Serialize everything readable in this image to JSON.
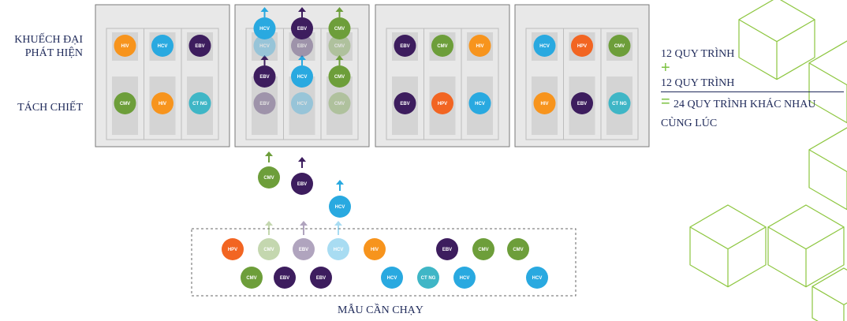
{
  "labels": {
    "amplify": [
      "KHUẾCH ĐẠI",
      "PHÁT HIỆN"
    ],
    "extract": "TÁCH CHIẾT",
    "samples": "MẪU CẦN CHẠY"
  },
  "summary": {
    "line1": "12 QUY TRÌNH",
    "plus": "+",
    "line2": "12 QUY TRÌNH",
    "equals": "=",
    "result_line1": "24 QUY TRÌNH KHÁC NHAU",
    "result_line2": "CÙNG LÚC"
  },
  "colors": {
    "HIV": "#f7941d",
    "HCV": "#29a9e0",
    "EBV": "#3d1d5e",
    "CMV": "#6d9e3a",
    "HPV": "#f26522",
    "CTNG": "#3fb6c6",
    "frame": "#e8e8e8",
    "frame_border": "#7a7a7a",
    "slot": "#d4d4d4",
    "cube": "#8dc63f"
  },
  "instruments": [
    {
      "top": [
        "HIV",
        "HCV",
        "EBV"
      ],
      "bottom": [
        "CMV",
        "HIV",
        "CT NG"
      ]
    },
    {
      "top": [
        "HCV",
        "EBV",
        "CMV"
      ],
      "bottom": [
        "EBV",
        "HCV",
        "CMV"
      ]
    },
    {
      "top": [
        "EBV",
        "CMV",
        "HIV"
      ],
      "bottom": [
        "EBV",
        "HPV",
        "HCV"
      ]
    },
    {
      "top": [
        "HCV",
        "HPV",
        "CMV"
      ],
      "bottom": [
        "HIV",
        "EBV",
        "CT NG"
      ]
    }
  ],
  "moving_top": [
    "HCV",
    "EBV",
    "CMV"
  ],
  "moving_mid": [
    "EBV",
    "HCV",
    "CMV"
  ],
  "incoming": [
    "CMV",
    "EBV",
    "HCV"
  ],
  "queue_row1": [
    "HPV",
    "CMV",
    "EBV",
    "HCV",
    "HIV",
    "EBV",
    "CMV",
    "CMV"
  ],
  "queue_row2": [
    "CMV",
    "EBV",
    "EBV",
    "HCV",
    "CT NG",
    "HCV",
    "HCV"
  ]
}
